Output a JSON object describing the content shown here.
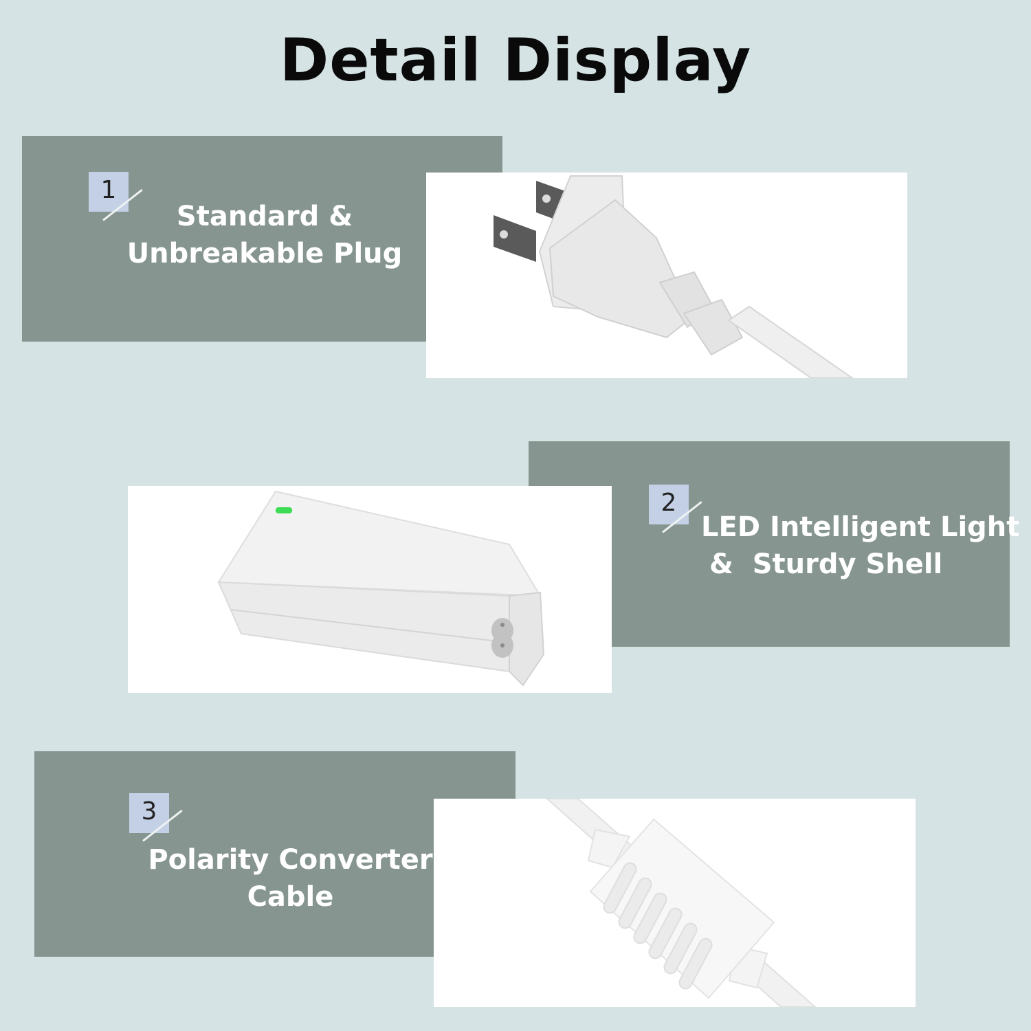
{
  "title": "Detail Display",
  "colors": {
    "background": "#d5e3e4",
    "panel": "#86958f",
    "badge": "#c3d0e6",
    "caption_text": "#ffffff",
    "led_green": "#3ddc55"
  },
  "features": [
    {
      "number": "1",
      "caption_line1": "Standard &",
      "caption_line2": "Unbreakable Plug",
      "image": "us-two-prong-plug-photo"
    },
    {
      "number": "2",
      "caption_line1": "LED Intelligent Light",
      "caption_line2": "&  Sturdy Shell",
      "image": "power-adapter-brick-photo"
    },
    {
      "number": "3",
      "caption_line1": "Polarity Converter",
      "caption_line2": "Cable",
      "image": "cable-ferrite-core-photo"
    }
  ]
}
